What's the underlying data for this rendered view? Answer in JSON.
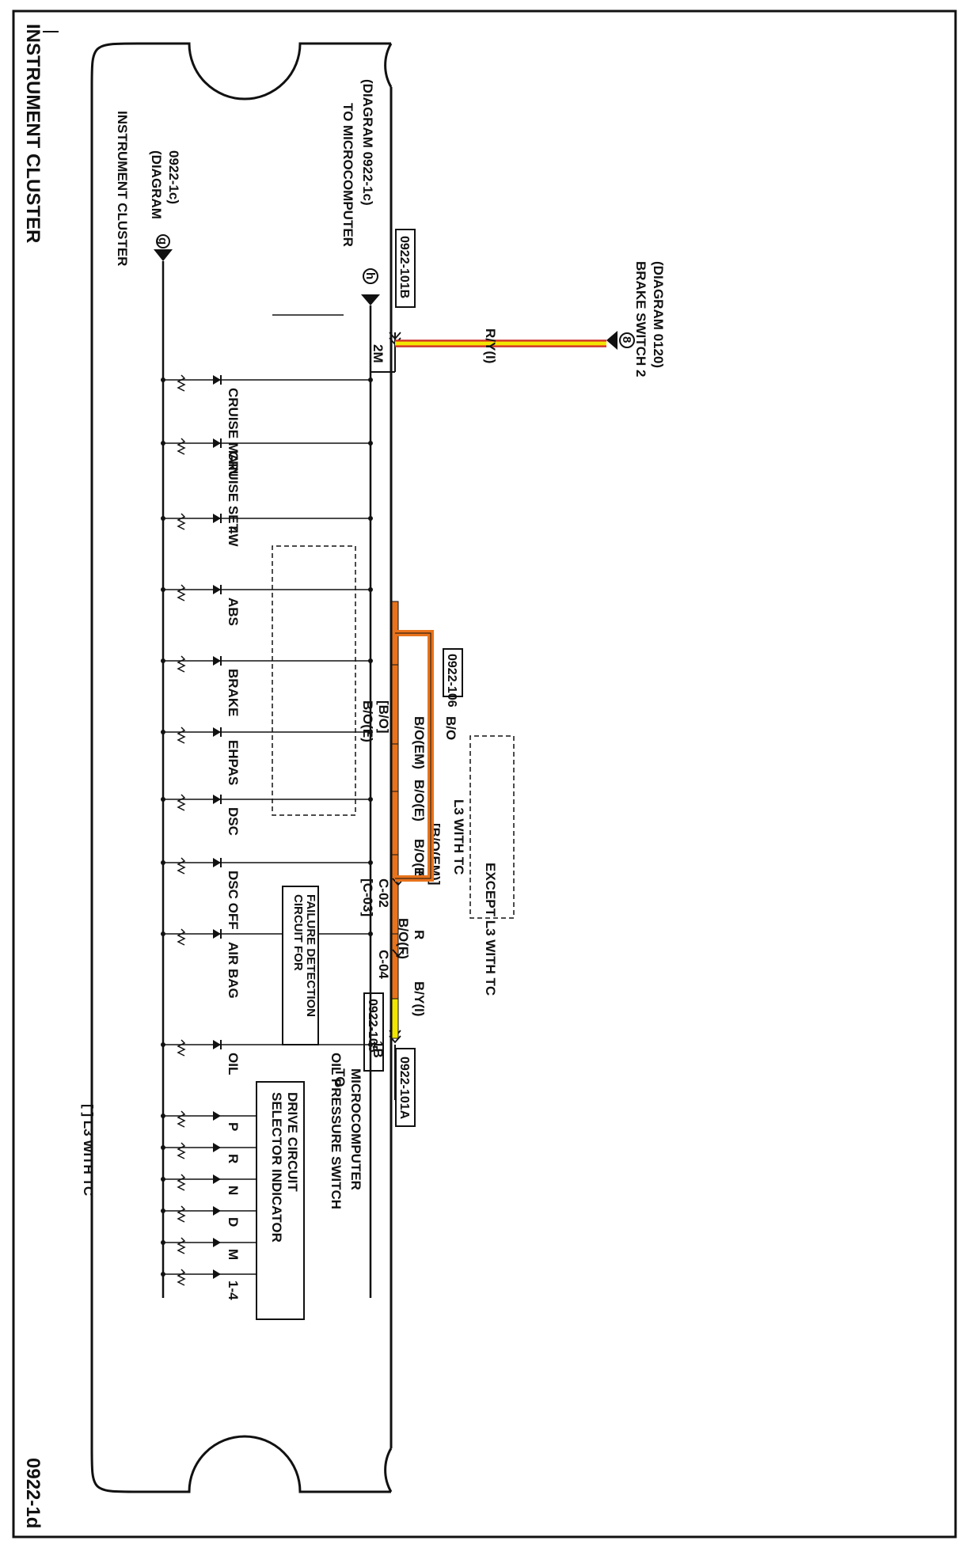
{
  "title": "INSTRUMENT CLUSTER",
  "page_id": "0922-1d",
  "legend_note": "[ ] L3 WITH TC",
  "cluster_label": "INSTRUMENT CLUSTER",
  "ref_g": {
    "marker": "g",
    "text_line1": "(DIAGRAM",
    "text_line2": "0922-1c)"
  },
  "ref_h": {
    "marker": "h",
    "line1": "TO MICROCOMPUTER",
    "line2": "(DIAGRAM 0922-1c)"
  },
  "connectors": {
    "c101b": "0922-101B",
    "c101a": "0922-101A",
    "c106": "0922-106",
    "c105": "0922-105",
    "pin_2m": "2M",
    "pin_1b": "1B"
  },
  "brake_switch": {
    "marker": "8",
    "line1": "BRAKE SWITCH 2",
    "line2": "(DIAGRAM 0120)",
    "wire": "R/Y(I)"
  },
  "indicators": [
    "CRUISE MAIN",
    "CRUISE SET",
    "4W",
    "ABS",
    "BRAKE",
    "EHPAS",
    "DSC",
    "DSC OFF",
    "AIR BAG",
    "OIL"
  ],
  "failure_box": {
    "line1": "CIRCUIT FOR",
    "line2": "FAILURE DETECTION"
  },
  "selector_box": {
    "line1": "SELECTOR INDICATOR",
    "line2": "DRIVE CIRCUIT"
  },
  "selector_positions": [
    "P",
    "R",
    "N",
    "D",
    "M",
    "1-4"
  ],
  "to_micro": {
    "line1": "TO",
    "line2": "MICROCOMPUTER"
  },
  "wires": {
    "by": "B/Y(I)",
    "r": "R",
    "c04": "C-04",
    "bof": "B/O(F)",
    "n": "N",
    "c02": "C-02",
    "c03": "[C-03]",
    "boe1": "B/O(E)",
    "boem_br": "[B/O(EM)]",
    "boe2": "B/O(E)",
    "bo_br": "[B/O]",
    "boe3": "B/O(E)",
    "boem": "B/O(EM)",
    "bo": "B/O"
  },
  "box_l3": "L3 WITH TC",
  "box_except": "EXCEPT L3 WITH TC",
  "oil_switch": "OIL PRESSURE SWITCH",
  "colors": {
    "orange": "#e8731c",
    "yellow": "#f2e600",
    "red": "#c82020",
    "line": "#111111"
  }
}
